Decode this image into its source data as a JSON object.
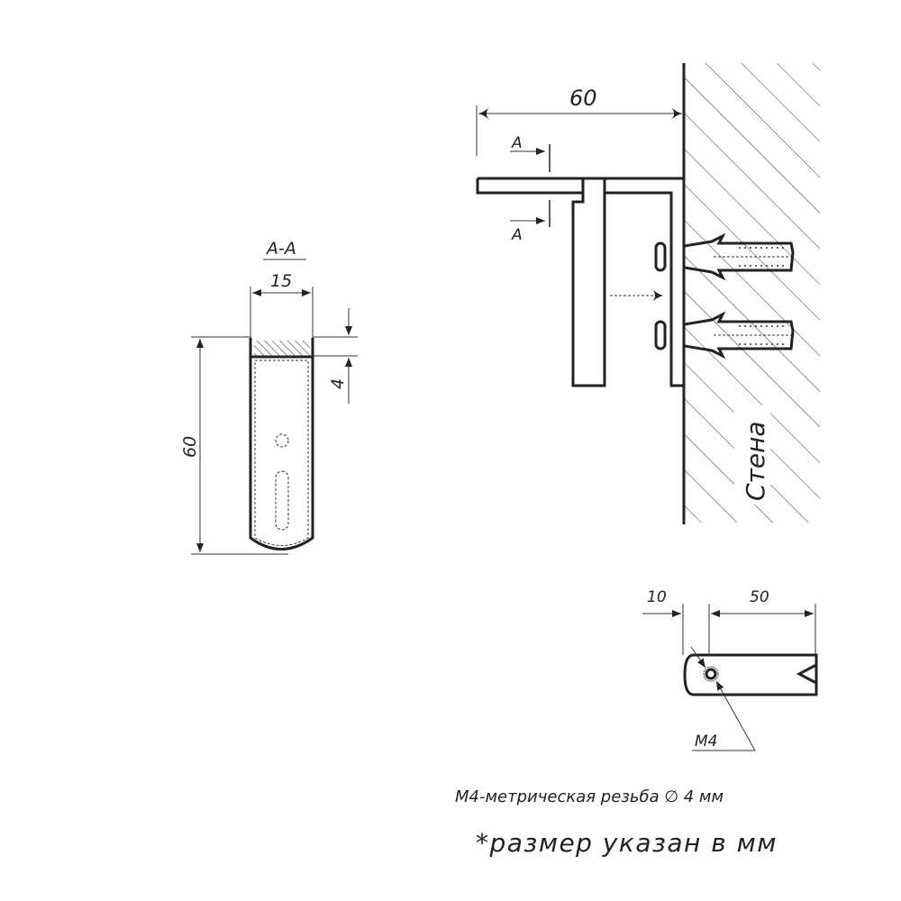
{
  "main_view": {
    "dim_width": "60",
    "section_mark_top": "A",
    "section_mark_bottom": "A",
    "wall_label": "Стена"
  },
  "section_view": {
    "title": "A-A",
    "dim_width": "15",
    "dim_height": "60",
    "dim_thickness": "4"
  },
  "top_view": {
    "dim_offset": "10",
    "dim_length": "50",
    "thread_label": "M4"
  },
  "notes": {
    "thread_note": "М4-метрическая резьба ∅ 4 мм",
    "units_note": "*размер указан в мм"
  }
}
